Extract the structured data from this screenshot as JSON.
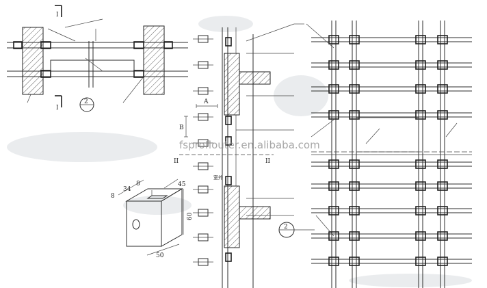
{
  "watermark": "fsproflouter.en.alibaba.com",
  "labels": {
    "section_mark_left": "I",
    "section_mark_left_bottom": "I",
    "section_mark_mid_left": "II",
    "section_mark_mid_right": "II",
    "dim_a": "A",
    "dim_b": "B",
    "callout_detail": "2",
    "callout_detail_bottom": "2",
    "room_note": "室外"
  },
  "box_dimensions": {
    "top_left": "8",
    "top_width": "34",
    "top_right": "8",
    "depth": "45",
    "height": "60",
    "width": "50"
  }
}
